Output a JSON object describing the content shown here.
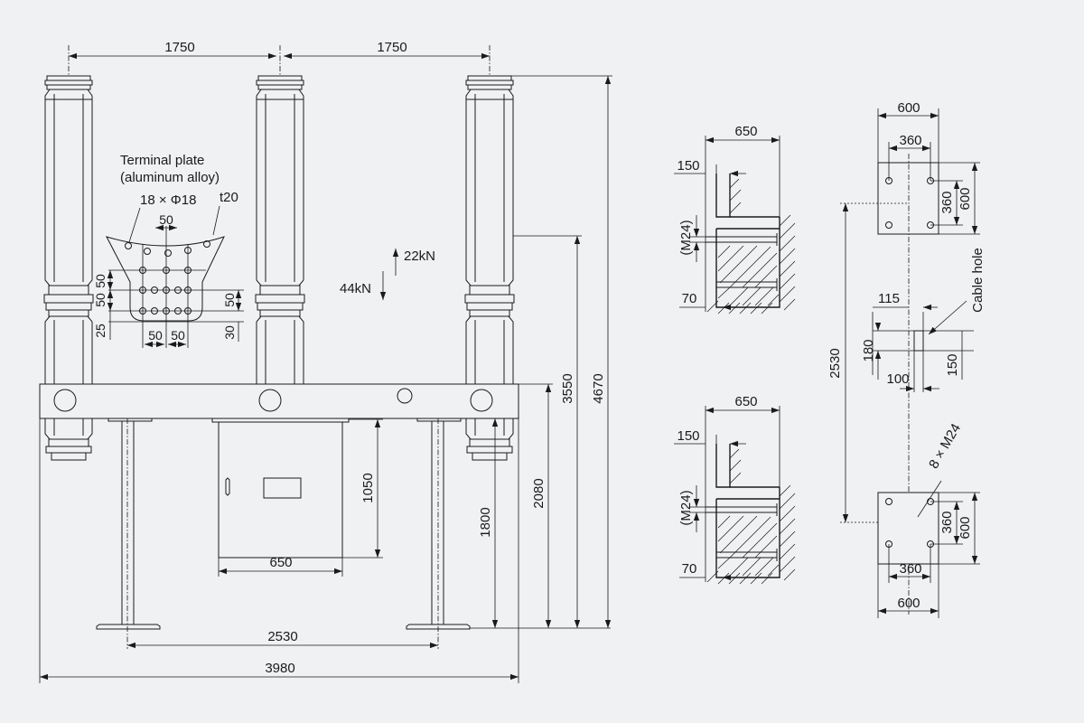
{
  "front_view": {
    "dim_phase_left": "1750",
    "dim_phase_right": "1750",
    "dim_total_height": "4670",
    "dim_terminal_height": "3550",
    "dim_beam_height": "2080",
    "dim_support_height": "1800",
    "dim_cabinet_height": "1050",
    "dim_cabinet_width": "650",
    "dim_support_spacing": "2530",
    "dim_overall_width": "3980"
  },
  "terminal_plate": {
    "title_line1": "Terminal plate",
    "title_line2": "(aluminum alloy)",
    "holes": "18 × Φ18",
    "thickness": "t20",
    "dim_top_50": "50",
    "dim_left_50a": "50",
    "dim_left_50b": "50",
    "dim_left_25": "25",
    "dim_bottom_50a": "50",
    "dim_bottom_50b": "50",
    "dim_right_50": "50",
    "dim_right_30": "30"
  },
  "loads": {
    "vertical": "44kN",
    "horizontal": "22kN"
  },
  "anchor_detail_top": {
    "dim_width": "650",
    "dim_offset": "150",
    "bolt": "(M24)",
    "dim_bottom": "70"
  },
  "anchor_detail_bottom": {
    "dim_width": "650",
    "dim_offset": "150",
    "bolt": "(M24)",
    "dim_bottom": "70"
  },
  "foundation_plan": {
    "top_pad_600_w": "600",
    "top_pad_360_w": "360",
    "top_pad_360_h": "360",
    "top_pad_600_h": "600",
    "cable_hole_label": "Cable hole",
    "dim_115": "115",
    "dim_180": "180",
    "dim_150": "150",
    "dim_100": "100",
    "dim_2530": "2530",
    "bolts_label": "8 × M24",
    "bottom_pad_360_h": "360",
    "bottom_pad_600_h": "600",
    "bottom_pad_360_w": "360",
    "bottom_pad_600_w": "600"
  }
}
